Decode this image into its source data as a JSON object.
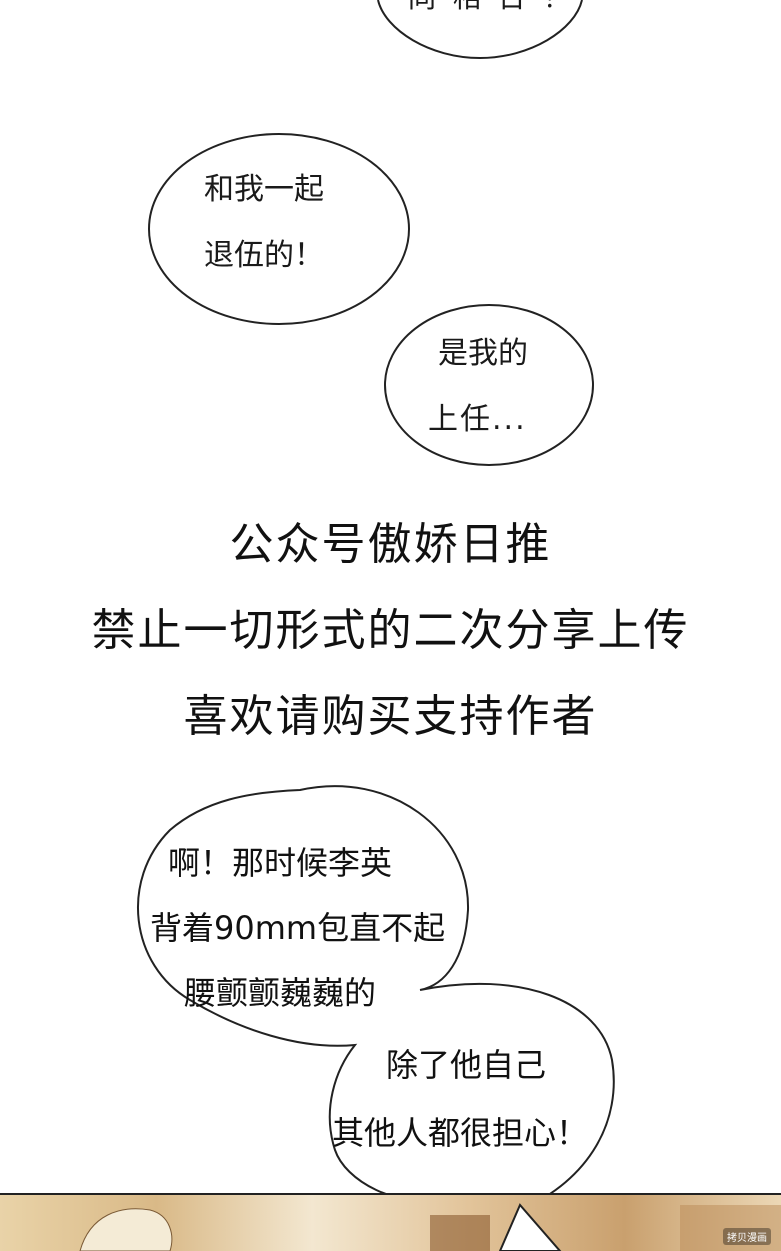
{
  "bubbles": {
    "top_partial": {
      "line1": "同  相  日  ！"
    },
    "bubble1": {
      "line1": "和我一起",
      "line2": "退伍的！"
    },
    "bubble2": {
      "line1": "是我的",
      "line2": "上任..."
    }
  },
  "notice": {
    "line1": "公众号傲娇日推",
    "line2": "禁止一切形式的二次分享上传",
    "line3": "喜欢请购买支持作者"
  },
  "big_bubble": {
    "line1": "啊！那时候李英",
    "line2": "背着90mm包直不起",
    "line3": "腰颤颤巍巍的",
    "line4": "除了他自己",
    "line5": "其他人都很担心！"
  },
  "watermark": {
    "text": "拷贝漫画"
  }
}
